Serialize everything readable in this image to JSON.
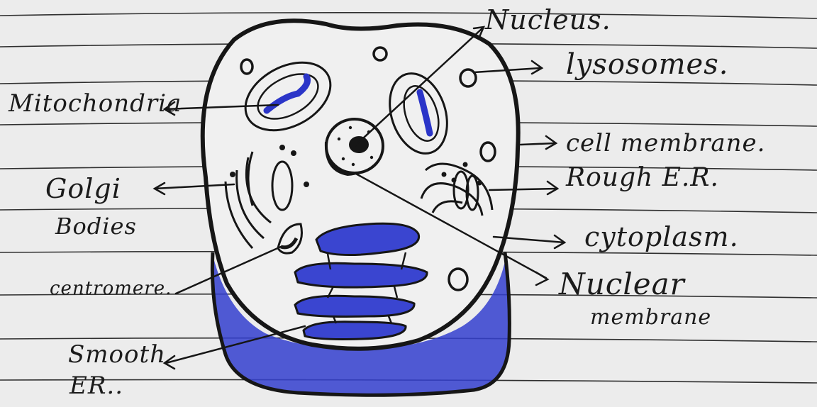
{
  "colors": {
    "paper": "#ececec",
    "ruled_line": "#2a2a2a",
    "ink": "#161616",
    "blue_ink": "#2b35c8"
  },
  "labels": {
    "nucleus": "Nucleus.",
    "lysosomes": "lysosomes.",
    "mitochondria": "Mitochondria",
    "cell_membrane": "cell membrane.",
    "rough_er": "Rough E.R.",
    "golgi_line1": "Golgi",
    "golgi_line2": "Bodies",
    "cytoplasm": "cytoplasm.",
    "centromere": "centromere.",
    "nuclear_membrane_line1": "Nuclear",
    "nuclear_membrane_line2": "membrane",
    "smooth_er_line1": "Smooth",
    "smooth_er_line2": "ER.."
  }
}
